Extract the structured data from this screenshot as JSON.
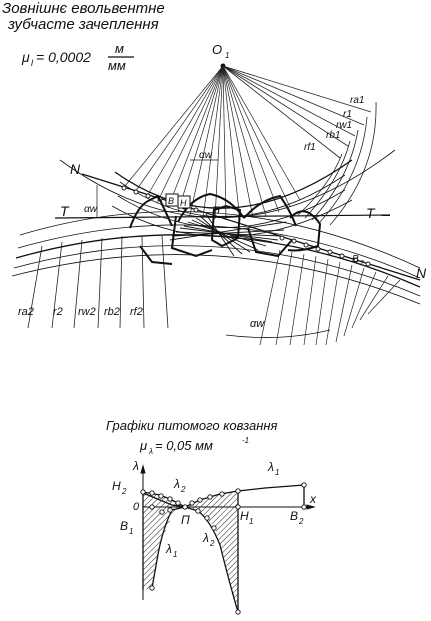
{
  "header": {
    "title_line1": "Зовнішнє евольвентне",
    "title_line2": "зубчасте зачеплення",
    "scale_mu": "μ",
    "scale_sub": "l",
    "scale_value": "= 0,0002",
    "scale_num": "м",
    "scale_den": "мм"
  },
  "gear_labels": {
    "center": "O",
    "center_sub": "1",
    "line_N_left": "N",
    "line_N_right": "N",
    "line_T_left": "T",
    "line_T_right": "T",
    "pole": "П",
    "alpha_top": "αw",
    "alpha_left": "αw",
    "alpha_bottom": "αw",
    "label_B": "B",
    "label_H": "H",
    "label_B2": "B",
    "label_B2_sub": "2",
    "radii_top": [
      "ra1",
      "r1",
      "rw1",
      "rb1",
      "rf1"
    ],
    "radii_bottom": [
      "ra2",
      "r2",
      "rw2",
      "rb2",
      "rf2"
    ]
  },
  "graph": {
    "title": "Графіки питомого ковзання",
    "scale_mu": "μ",
    "scale_sub": "λ",
    "scale_value": "= 0,05 мм",
    "scale_exp": "-1",
    "axis_y": "λ",
    "axis_x": "x",
    "zero": "0",
    "pole": "П",
    "H2": "H",
    "H2_sub": "2",
    "B1": "B",
    "B1_sub": "1",
    "H1": "H",
    "H1_sub": "1",
    "B2": "B",
    "B2_sub": "2",
    "lambda2_top": "λ",
    "lambda2_top_sub": "2",
    "lambda1_top": "λ",
    "lambda1_top_sub": "1",
    "lambda1_bottom": "λ",
    "lambda1_bottom_sub": "1",
    "lambda2_bottom": "λ",
    "lambda2_bottom_sub": "2"
  }
}
